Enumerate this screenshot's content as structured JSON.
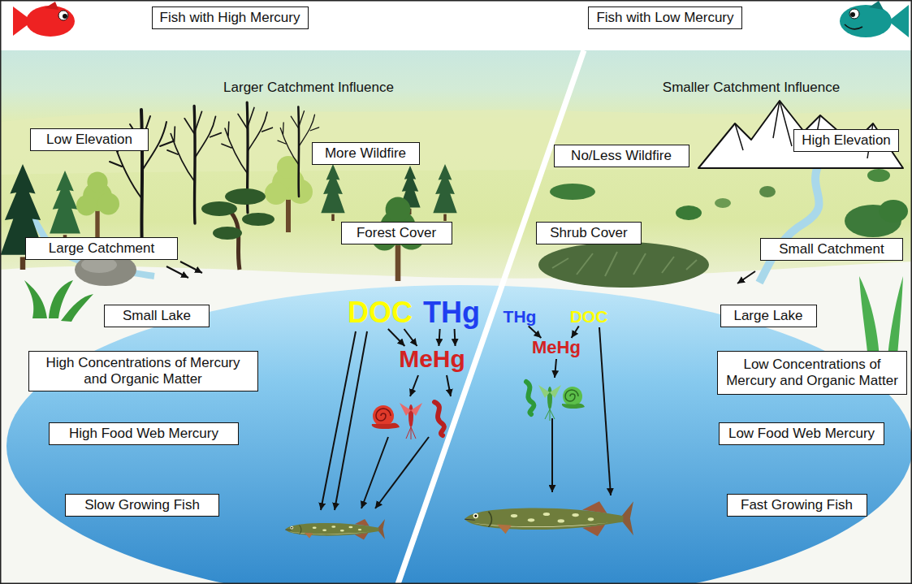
{
  "diagram": {
    "nodes": [
      {
        "text": [
          "Fish with High Mercury"
        ]
      },
      {
        "text": [
          "Fish with Low Mercury"
        ]
      },
      {
        "text": [
          "Low Elevation"
        ]
      },
      {
        "text": [
          "High Elevation"
        ]
      },
      {
        "text": [
          "More Wildfire"
        ]
      },
      {
        "text": [
          "No/Less Wildfire"
        ]
      },
      {
        "text": [
          "Forest Cover"
        ]
      },
      {
        "text": [
          "Shrub Cover"
        ]
      },
      {
        "text": [
          "Large Catchment"
        ]
      },
      {
        "text": [
          "Small Catchment"
        ]
      },
      {
        "text": [
          "Small Lake"
        ]
      },
      {
        "text": [
          "DOC"
        ]
      },
      {
        "text": [
          "THg"
        ]
      },
      {
        "text": [
          "THg"
        ]
      },
      {
        "text": [
          "DOC"
        ]
      },
      {
        "text": [
          "Large Lake"
        ]
      },
      {
        "text": [
          "MeHg"
        ]
      },
      {
        "text": [
          "MeHg"
        ]
      },
      {
        "text": [
          "High Concentrations of Mercury and Organic Matter"
        ]
      },
      {
        "text": [
          "Low Concentrations of Mercury and Organic Matter"
        ]
      },
      {
        "text": [
          "High Food Web Mercury"
        ]
      },
      {
        "text": [
          "Low Food Web Mercury"
        ]
      },
      {
        "text": [
          "Slow Growing Fish"
        ]
      },
      {
        "text": [
          "Fast Growing Fish"
        ]
      }
    ],
    "edges": [
      {
        "from": 11,
        "to": 16,
        "arrow": "to"
      },
      {
        "from": 11,
        "to": 16,
        "arrow": "to"
      },
      {
        "from": 12,
        "to": 16,
        "arrow": "to"
      },
      {
        "from": 12,
        "to": 16,
        "arrow": "to"
      },
      {
        "from": 13,
        "to": 17,
        "arrow": "to"
      },
      {
        "from": 14,
        "to": 17,
        "arrow": "to"
      }
    ],
    "labels": [
      "Larger Catchment Influence",
      "Smaller Catchment Influence"
    ]
  }
}
